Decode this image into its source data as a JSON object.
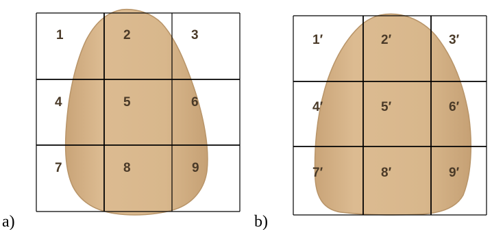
{
  "panels": [
    {
      "letter": "a)",
      "cells": [
        "1",
        "2",
        "3",
        "4",
        "5",
        "6",
        "7",
        "8",
        "9"
      ]
    },
    {
      "letter": "b)",
      "cells": [
        "1′",
        "2′",
        "3′",
        "4′",
        "5′",
        "6′",
        "7′",
        "8′",
        "9′"
      ]
    }
  ],
  "colors": {
    "leaf_fill": "#d4b186",
    "leaf_edge": "#b89468",
    "grid_line": "#000000",
    "cell_number": "#4a3a28"
  }
}
